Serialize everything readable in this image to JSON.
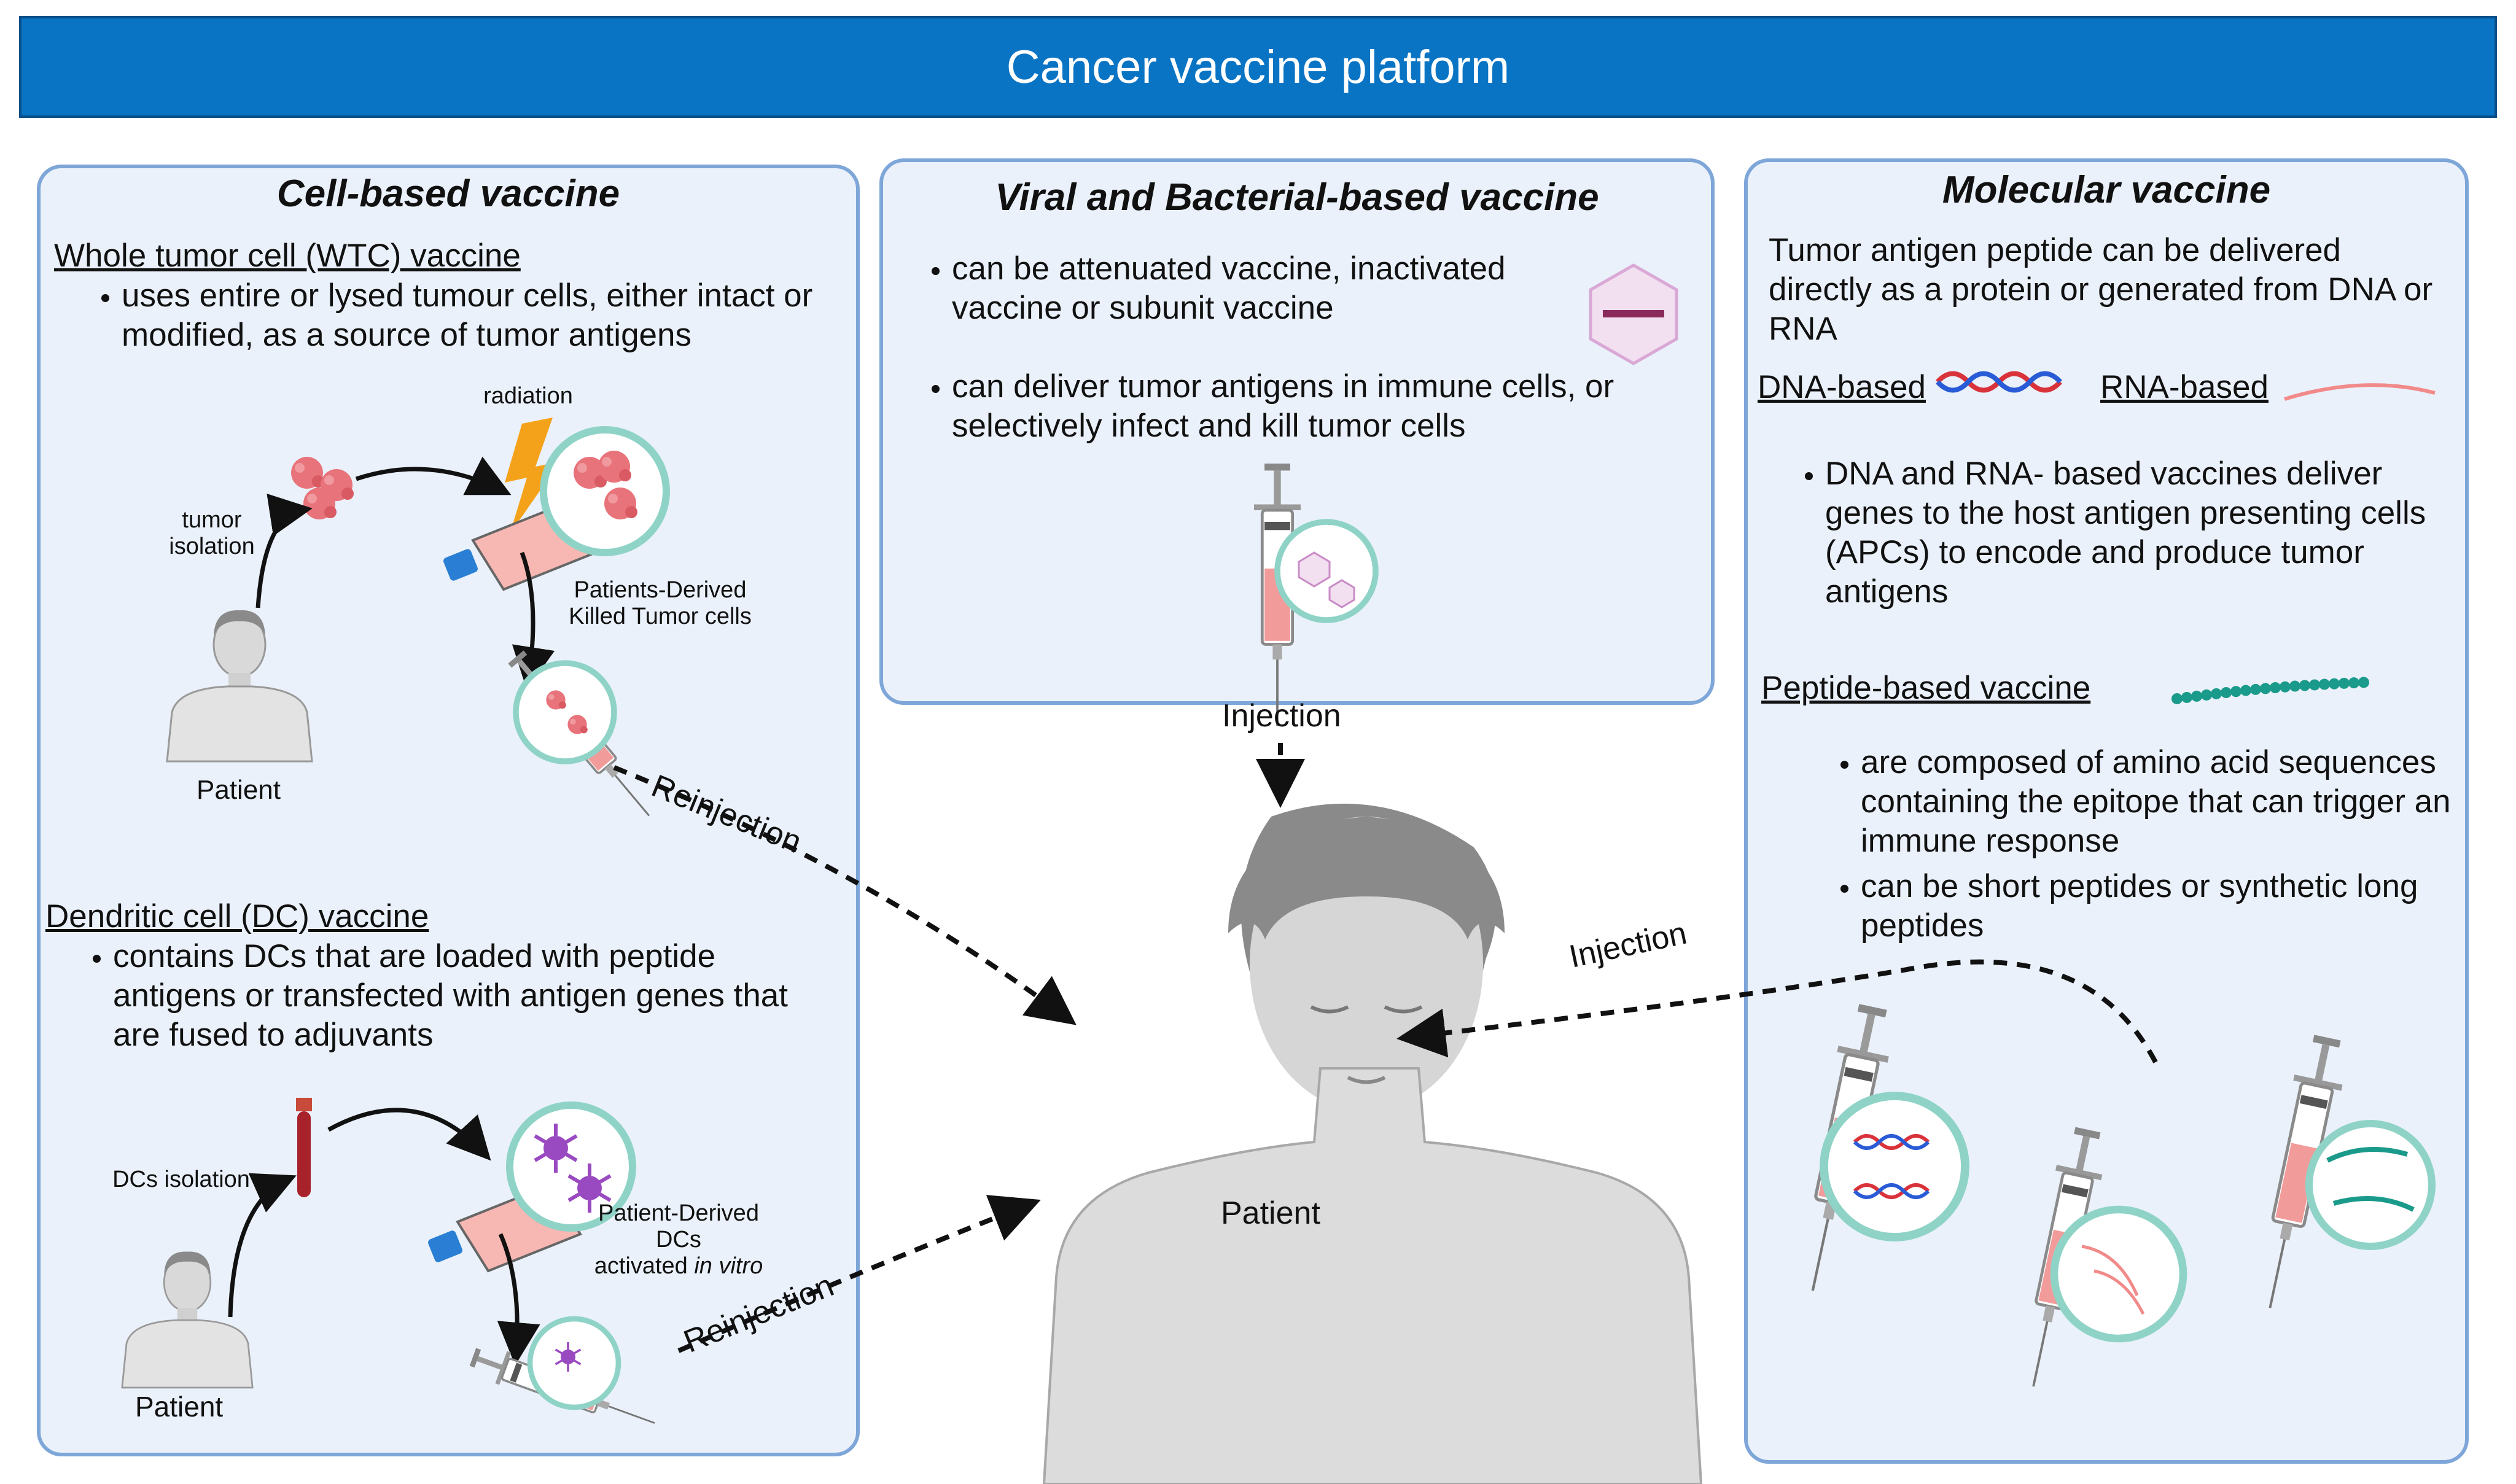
{
  "header": {
    "title": "Cancer vaccine platform"
  },
  "cell_based": {
    "title": "Cell-based vaccine",
    "wtc": {
      "heading": "Whole tumor cell (WTC) vaccine",
      "bullets": [
        "uses entire or lysed tumour cells, either intact or modified, as a source of tumor antigens"
      ],
      "labels": {
        "radiation": "radiation",
        "tumor_isolation": "tumor isolation",
        "killed_cells": "Patients-Derived Killed Tumor cells",
        "patient": "Patient",
        "reinjection": "Reinjection"
      }
    },
    "dc": {
      "heading": "Dendritic cell (DC) vaccine",
      "bullets": [
        "contains DCs that are loaded with peptide antigens or transfected with antigen genes that are fused to adjuvants"
      ],
      "labels": {
        "dcs_isolation": "DCs isolation",
        "derived_dcs": "Patient-Derived DCs",
        "activated": "activated",
        "in_vitro": "in vitro",
        "patient": "Patient",
        "reinjection": "Reinjection"
      }
    }
  },
  "viral": {
    "title": "Viral and Bacterial-based vaccine",
    "bullets": [
      "can be attenuated vaccine, inactivated vaccine or subunit vaccine",
      "can deliver tumor antigens in immune cells, or selectively infect and kill tumor cells"
    ],
    "injection": "Injection"
  },
  "molecular": {
    "title": "Molecular vaccine",
    "intro": "Tumor antigen peptide can be delivered directly as a protein or generated from DNA or RNA",
    "dna_label": "DNA-based",
    "rna_label": "RNA-based",
    "nucleic_bullets": [
      "DNA and RNA- based vaccines deliver genes to the host antigen presenting cells (APCs) to encode and produce tumor antigens"
    ],
    "peptide_heading": "Peptide-based vaccine",
    "peptide_bullets": [
      "are composed of amino acid sequences containing the epitope that can trigger an immune response",
      "can be short peptides or synthetic long peptides"
    ],
    "injection": "Injection"
  },
  "center": {
    "patient_label": "Patient"
  },
  "colors": {
    "banner": "#0a74c4",
    "panel_fill": "#eaf1fa",
    "panel_border": "#7ea6d8",
    "tumor": "#e8737a",
    "syringe_fluid": "#f29b9b",
    "flask_cap": "#2a7fd4",
    "dc_purple": "#9a4ac0",
    "dish_ring": "#8fd3c7",
    "peptide_teal": "#1a9a8a",
    "dna_red": "#d9323a",
    "dna_blue": "#2a5bd6"
  }
}
